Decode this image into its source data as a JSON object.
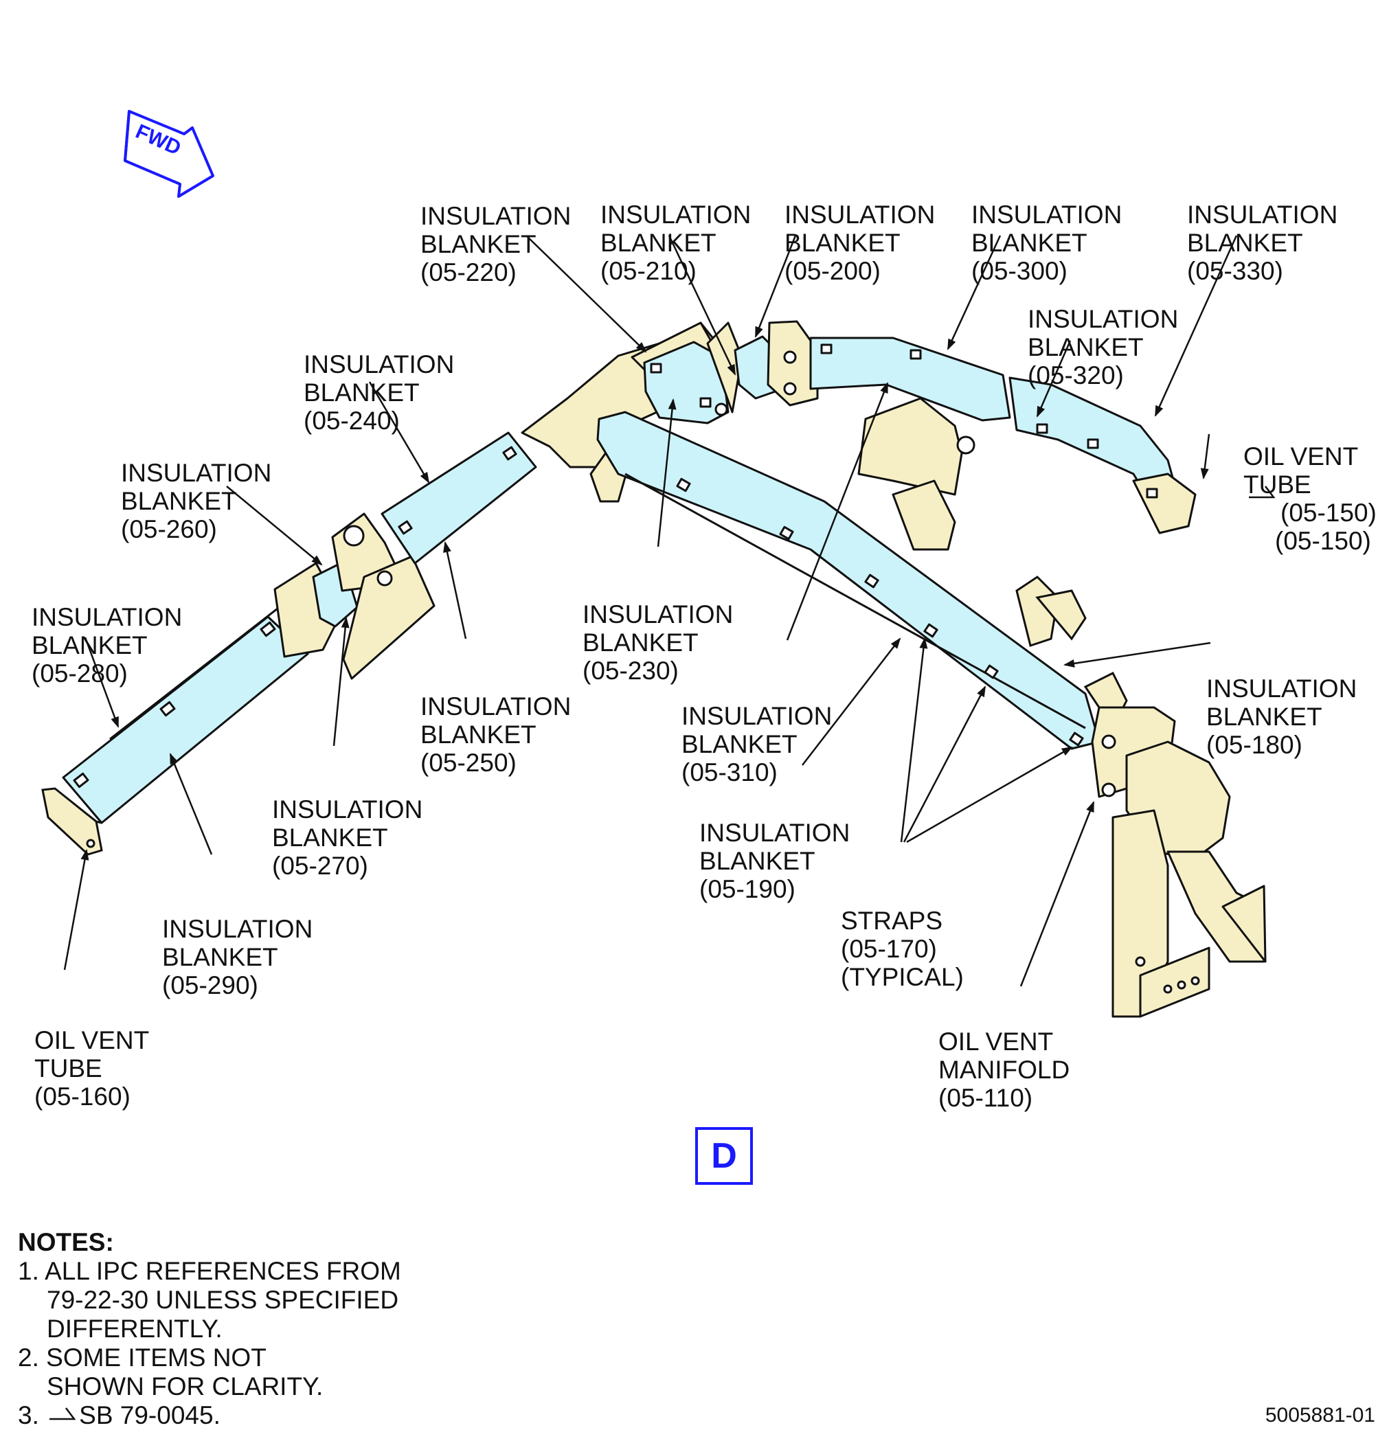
{
  "fwd_label": "FWD",
  "view_label": "D",
  "labels": {
    "ib_220": [
      "INSULATION",
      "BLANKET",
      "(05-220)"
    ],
    "ib_210": [
      "INSULATION",
      "BLANKET",
      "(05-210)"
    ],
    "ib_200": [
      "INSULATION",
      "BLANKET",
      "(05-200)"
    ],
    "ib_300": [
      "INSULATION",
      "BLANKET",
      "(05-300)"
    ],
    "ib_330": [
      "INSULATION",
      "BLANKET",
      "(05-330)"
    ],
    "ib_320": [
      "INSULATION",
      "BLANKET",
      "(05-320)"
    ],
    "ib_240": [
      "INSULATION",
      "BLANKET",
      "(05-240)"
    ],
    "ib_260": [
      "INSULATION",
      "BLANKET",
      "(05-260)"
    ],
    "ib_280": [
      "INSULATION",
      "BLANKET",
      "(05-280)"
    ],
    "ib_230": [
      "INSULATION",
      "BLANKET",
      "(05-230)"
    ],
    "ib_250": [
      "INSULATION",
      "BLANKET",
      "(05-250)"
    ],
    "ib_310": [
      "INSULATION",
      "BLANKET",
      "(05-310)"
    ],
    "ib_270": [
      "INSULATION",
      "BLANKET",
      "(05-270)"
    ],
    "ib_180": [
      "INSULATION",
      "BLANKET",
      "(05-180)"
    ],
    "ib_190": [
      "INSULATION",
      "BLANKET",
      "(05-190)"
    ],
    "ib_290": [
      "INSULATION",
      "BLANKET",
      "(05-290)"
    ],
    "ovt_150": [
      "OIL VENT",
      "TUBE",
      "(05-150)",
      "(05-150)"
    ],
    "ovt_160": [
      "OIL VENT",
      "TUBE",
      "(05-160)"
    ],
    "straps": [
      "STRAPS",
      "(05-170)",
      "(TYPICAL)"
    ],
    "manifold": [
      "OIL VENT",
      "MANIFOLD",
      "(05-110)"
    ]
  },
  "notes": {
    "title": "NOTES:",
    "items": [
      "1. ALL IPC REFERENCES FROM",
      "79-22-30 UNLESS SPECIFIED",
      "DIFFERENTLY.",
      "2. SOME ITEMS NOT",
      "SHOWN FOR CLARITY.",
      "3. ",
      "SB 79-0045."
    ]
  },
  "doc_number": "5005881-01",
  "colors": {
    "blanket": "#cdf3fa",
    "bracket": "#f6efc5",
    "accent": "#1a1aff"
  }
}
